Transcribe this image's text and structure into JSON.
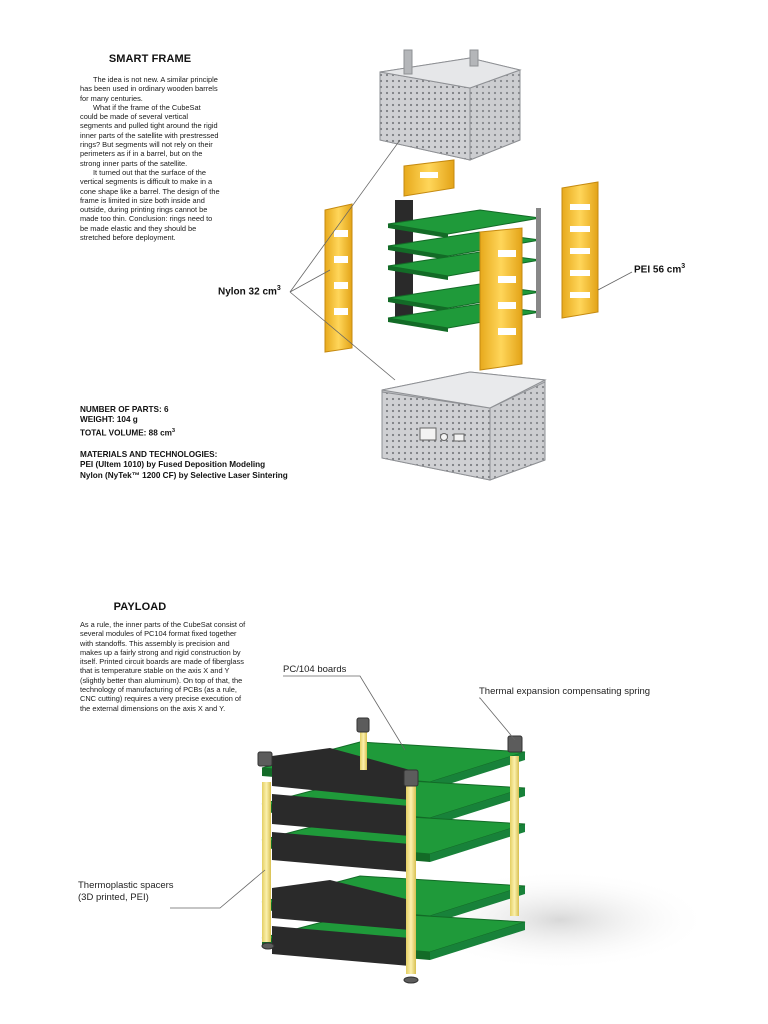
{
  "smart_frame": {
    "title": "SMART FRAME",
    "paragraphs": [
      "The idea is not new. A similar principle has been used in ordinary wooden barrels for many centuries.",
      "What if the frame of the CubeSat could be made of several vertical segments and pulled tight around the rigid inner parts of the satellite with prestressed rings? But segments will not rely on their perimeters as if in a barrel, but on the strong inner parts of the satellite.",
      "It turned out that the surface of the vertical segments is difficult to make in a cone shape like a barrel. The design of the frame is limited in size both inside and outside, during printing rings cannot be made too thin. Conclusion: rings need to be made elastic and they should be stretched before deployment."
    ],
    "callouts": {
      "nylon": {
        "text": "Nylon 32 cm",
        "sup": "3"
      },
      "pei": {
        "text": "PEI 56 cm",
        "sup": "3"
      }
    },
    "specs": {
      "parts": "NUMBER OF PARTS: 6",
      "weight": "WEIGHT: 104 g",
      "volume": "TOTAL VOLUME: 88 cm",
      "volume_sup": "3"
    },
    "materials": {
      "heading": "MATERIALS AND TECHNOLOGIES:",
      "items": [
        "PEI (Ultem 1010) by Fused Deposition Modeling",
        "Nylon (NyTek™ 1200 CF) by Selective Laser Sintering"
      ]
    }
  },
  "payload": {
    "title": "PAYLOAD",
    "paragraph": "As a rule, the inner parts of the CubeSat consist of several modules of PC104 format fixed together with standoffs. This assembly is precision and makes up a fairly strong and rigid construction by itself. Printed circuit boards are made of fiberglass that is temperature stable on the axis X and Y (slightly better than aluminum). On top of that, the technology of manufacturing of PCBs (as a rule, CNC cutting) requires a very precise execution of the external dimensions on the axis X and Y.",
    "callouts": {
      "boards": "PC/104 boards",
      "spring": "Thermal expansion compensating spring",
      "spacers_line1": "Thermoplastic spacers",
      "spacers_line2": "(3D printed, PEI)"
    }
  },
  "colors": {
    "pcb_green": "#1f9a3a",
    "pcb_dark": "#136b27",
    "frame_gray": "#c9cacc",
    "nylon_yellow": "#f2c23a",
    "connector_black": "#2a2a2a",
    "spacer_yellow": "#f3e38a"
  }
}
